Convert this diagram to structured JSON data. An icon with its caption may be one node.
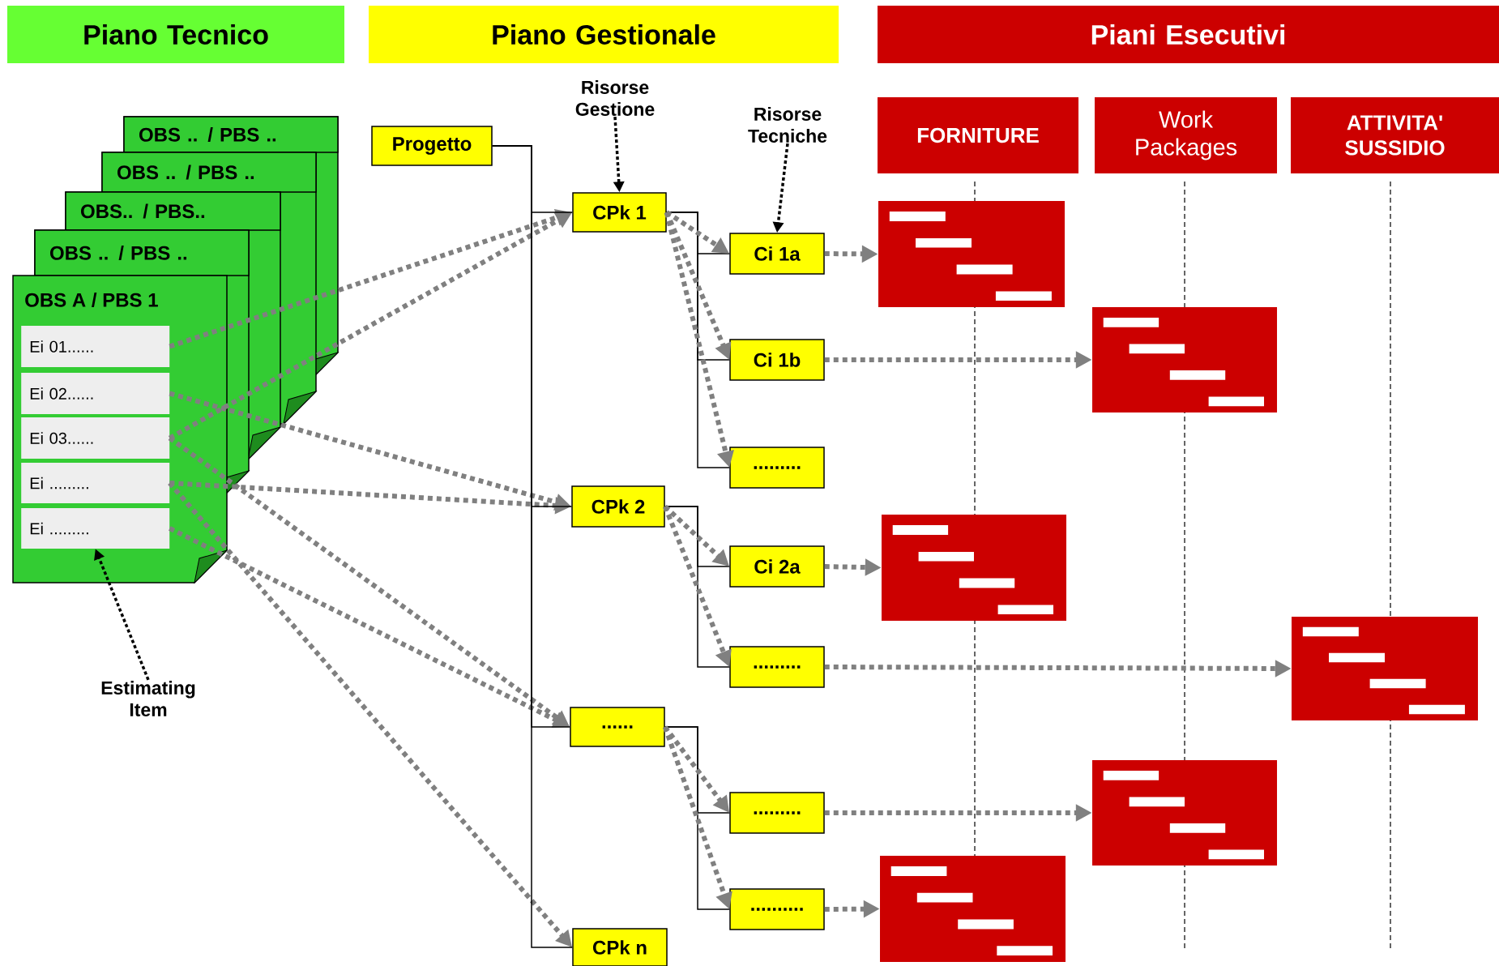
{
  "diagram": {
    "nodes": [
      {
        "text": [
          "Piano Tecnico"
        ]
      },
      {
        "text": [
          "Piano Gestionale"
        ]
      },
      {
        "text": [
          "Piani Esecutivi"
        ]
      },
      {
        "text": [
          "FORNITURE"
        ]
      },
      {
        "text": [
          "Work Packages"
        ]
      },
      {
        "text": [
          "ATTIVITA' SUSSIDIO"
        ]
      },
      {
        "text": [
          "OBS .. / PBS .."
        ]
      },
      {
        "text": [
          "OBS .. / PBS .."
        ]
      },
      {
        "text": [
          "OBS.. / PBS.."
        ]
      },
      {
        "text": [
          "OBS .. / PBS .."
        ]
      },
      {
        "text": [
          "OBS A / PBS 1"
        ]
      },
      {
        "text": [
          "Ei 01......"
        ],
        "in": 10
      },
      {
        "text": [
          "Ei 02......"
        ],
        "in": 10
      },
      {
        "text": [
          "Ei 03......"
        ],
        "in": 10
      },
      {
        "text": [
          "Ei ........."
        ],
        "in": 10
      },
      {
        "text": [
          "Ei ........."
        ],
        "in": 10
      },
      {
        "text": [
          "Estimating Item"
        ]
      },
      {
        "text": [
          "Risorse Gestione"
        ]
      },
      {
        "text": [
          "Progetto"
        ]
      },
      {
        "text": [
          "CPk 1"
        ]
      },
      {
        "text": [
          "CPk 2"
        ]
      },
      {
        "text": [
          "......"
        ]
      },
      {
        "text": [
          "CPk n"
        ]
      },
      {
        "text": [
          "Risorse Tecniche"
        ]
      },
      {
        "text": [
          "Ci 1a"
        ]
      },
      {
        "text": [
          "Ci 1b"
        ]
      },
      {
        "text": [
          "........."
        ]
      },
      {
        "text": [
          "Ci 2a"
        ]
      },
      {
        "text": [
          "........."
        ]
      },
      {
        "text": [
          "........."
        ]
      },
      {
        "text": [
          ".........."
        ]
      },
      {
        "text": [],
        "shape": "box"
      },
      {
        "text": [],
        "shape": "box"
      },
      {
        "text": [],
        "shape": "box"
      },
      {
        "text": [],
        "shape": "box"
      },
      {
        "text": [],
        "shape": "box"
      },
      {
        "text": [],
        "shape": "box"
      }
    ],
    "edges": [
      {
        "from": 11,
        "to": 19,
        "arrow": "to",
        "style": "dashed"
      },
      {
        "from": 13,
        "to": 19,
        "arrow": "to",
        "style": "dashed"
      },
      {
        "from": 12,
        "to": 20,
        "arrow": "to",
        "style": "dashed"
      },
      {
        "from": 14,
        "to": 20,
        "arrow": "to",
        "style": "dashed"
      },
      {
        "from": 13,
        "to": 21,
        "arrow": "to",
        "style": "dashed"
      },
      {
        "from": 15,
        "to": 21,
        "arrow": "to",
        "style": "dashed"
      },
      {
        "from": 14,
        "to": 22,
        "arrow": "to",
        "style": "dashed"
      },
      {
        "from": 16,
        "to": 15,
        "arrow": "to",
        "style": "dashed",
        "color": "#000000"
      },
      {
        "from": 17,
        "to": 19,
        "arrow": "to",
        "style": "dashed",
        "color": "#000000"
      },
      {
        "from": 23,
        "to": 24,
        "arrow": "to",
        "style": "dashed",
        "color": "#000000"
      },
      {
        "from": 18,
        "to": 19,
        "arrow": "none",
        "color": "#000000"
      },
      {
        "from": 18,
        "to": 20,
        "arrow": "none",
        "color": "#000000"
      },
      {
        "from": 18,
        "to": 21,
        "arrow": "none",
        "color": "#000000"
      },
      {
        "from": 18,
        "to": 22,
        "arrow": "none",
        "color": "#000000"
      },
      {
        "from": 19,
        "to": 24,
        "arrow": "none",
        "color": "#000000"
      },
      {
        "from": 19,
        "to": 25,
        "arrow": "none",
        "color": "#000000"
      },
      {
        "from": 19,
        "to": 26,
        "arrow": "none",
        "color": "#000000"
      },
      {
        "from": 20,
        "to": 27,
        "arrow": "none",
        "color": "#000000"
      },
      {
        "from": 20,
        "to": 28,
        "arrow": "none",
        "color": "#000000"
      },
      {
        "from": 21,
        "to": 29,
        "arrow": "none",
        "color": "#000000"
      },
      {
        "from": 21,
        "to": 30,
        "arrow": "none",
        "color": "#000000"
      },
      {
        "from": 19,
        "to": 24,
        "arrow": "to",
        "style": "dashed"
      },
      {
        "from": 19,
        "to": 25,
        "arrow": "to",
        "style": "dashed"
      },
      {
        "from": 19,
        "to": 26,
        "arrow": "to",
        "style": "dashed"
      },
      {
        "from": 20,
        "to": 27,
        "arrow": "to",
        "style": "dashed"
      },
      {
        "from": 20,
        "to": 28,
        "arrow": "to",
        "style": "dashed"
      },
      {
        "from": 21,
        "to": 29,
        "arrow": "to",
        "style": "dashed"
      },
      {
        "from": 21,
        "to": 30,
        "arrow": "to",
        "style": "dashed"
      },
      {
        "from": 24,
        "to": 31,
        "arrow": "to",
        "style": "dashed"
      },
      {
        "from": 25,
        "to": 32,
        "arrow": "to",
        "style": "dashed"
      },
      {
        "from": 27,
        "to": 33,
        "arrow": "to",
        "style": "dashed"
      },
      {
        "from": 28,
        "to": 34,
        "arrow": "to",
        "style": "dashed"
      },
      {
        "from": 29,
        "to": 35,
        "arrow": "to",
        "style": "dashed"
      },
      {
        "from": 30,
        "to": 36,
        "arrow": "to",
        "style": "dashed"
      }
    ]
  }
}
